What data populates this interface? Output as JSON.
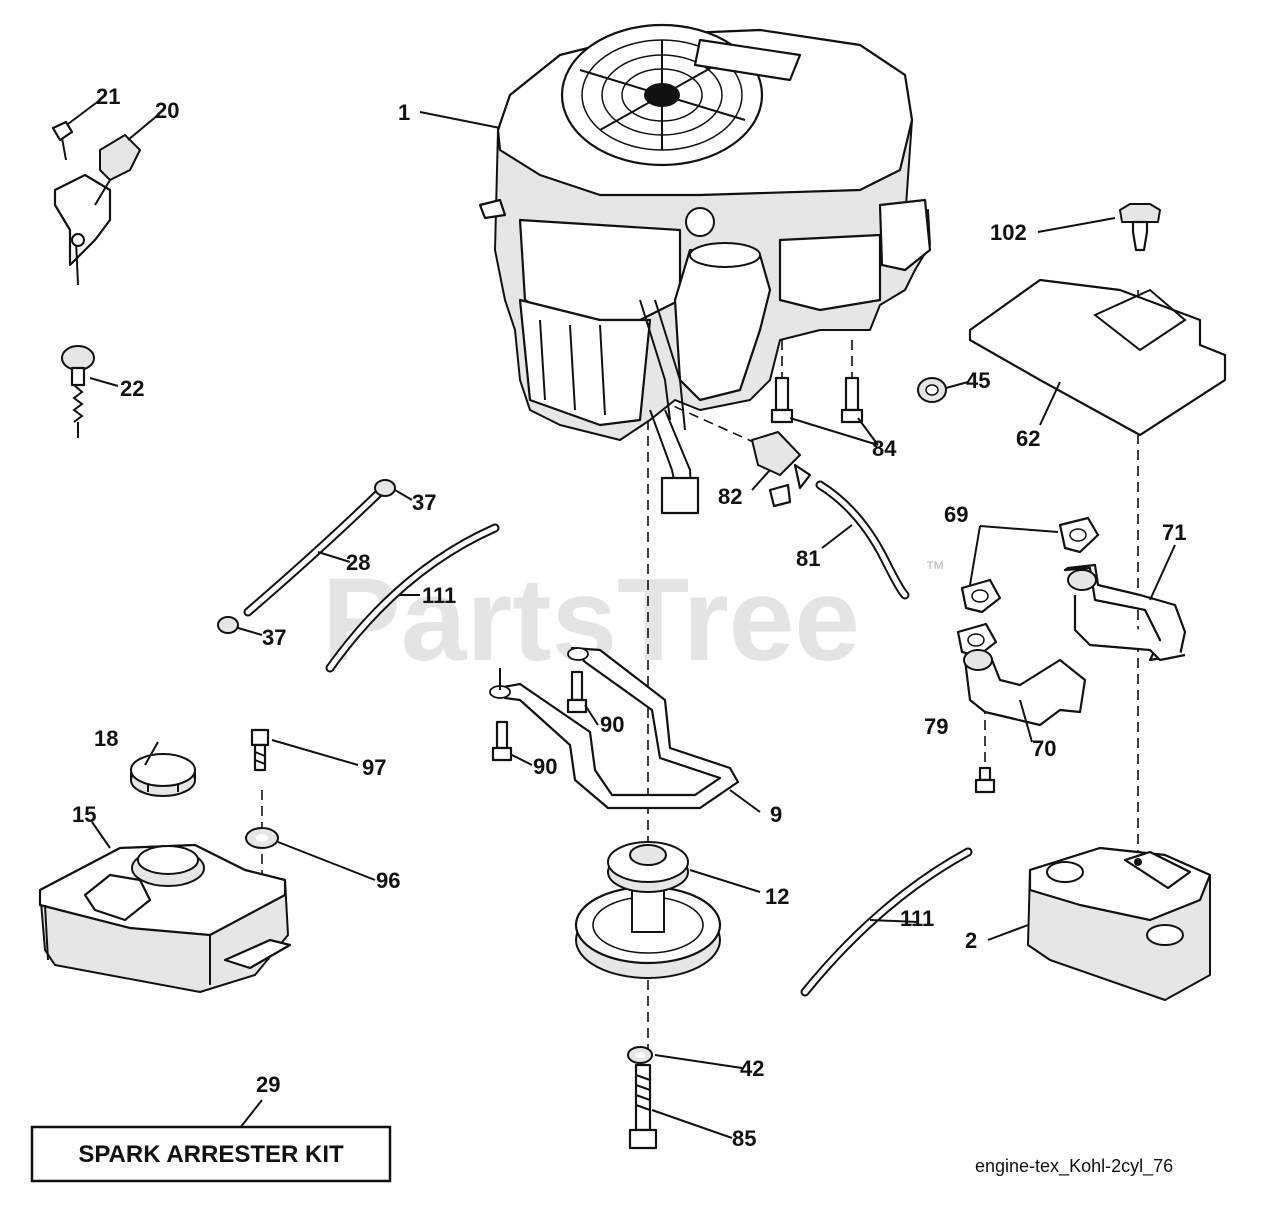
{
  "watermark": {
    "text": "PartsTree",
    "mark": "™"
  },
  "kit_label": "SPARK ARRESTER KIT",
  "diagram_ref": "engine-tex_Kohl-2cyl_76",
  "callouts": [
    {
      "id": "c1",
      "label": "1"
    },
    {
      "id": "c21",
      "label": "21"
    },
    {
      "id": "c20",
      "label": "20"
    },
    {
      "id": "c22",
      "label": "22"
    },
    {
      "id": "c102",
      "label": "102"
    },
    {
      "id": "c45",
      "label": "45"
    },
    {
      "id": "c84",
      "label": "84"
    },
    {
      "id": "c62",
      "label": "62"
    },
    {
      "id": "c37a",
      "label": "37"
    },
    {
      "id": "c28",
      "label": "28"
    },
    {
      "id": "c111a",
      "label": "111"
    },
    {
      "id": "c37b",
      "label": "37"
    },
    {
      "id": "c82",
      "label": "82"
    },
    {
      "id": "c81",
      "label": "81"
    },
    {
      "id": "c69",
      "label": "69"
    },
    {
      "id": "c71",
      "label": "71"
    },
    {
      "id": "c90a",
      "label": "90"
    },
    {
      "id": "c90b",
      "label": "90"
    },
    {
      "id": "c79",
      "label": "79"
    },
    {
      "id": "c70",
      "label": "70"
    },
    {
      "id": "c18",
      "label": "18"
    },
    {
      "id": "c97",
      "label": "97"
    },
    {
      "id": "c15",
      "label": "15"
    },
    {
      "id": "c9",
      "label": "9"
    },
    {
      "id": "c96",
      "label": "96"
    },
    {
      "id": "c12",
      "label": "12"
    },
    {
      "id": "c111b",
      "label": "111"
    },
    {
      "id": "c2",
      "label": "2"
    },
    {
      "id": "c42",
      "label": "42"
    },
    {
      "id": "c29",
      "label": "29"
    },
    {
      "id": "c85",
      "label": "85"
    }
  ]
}
